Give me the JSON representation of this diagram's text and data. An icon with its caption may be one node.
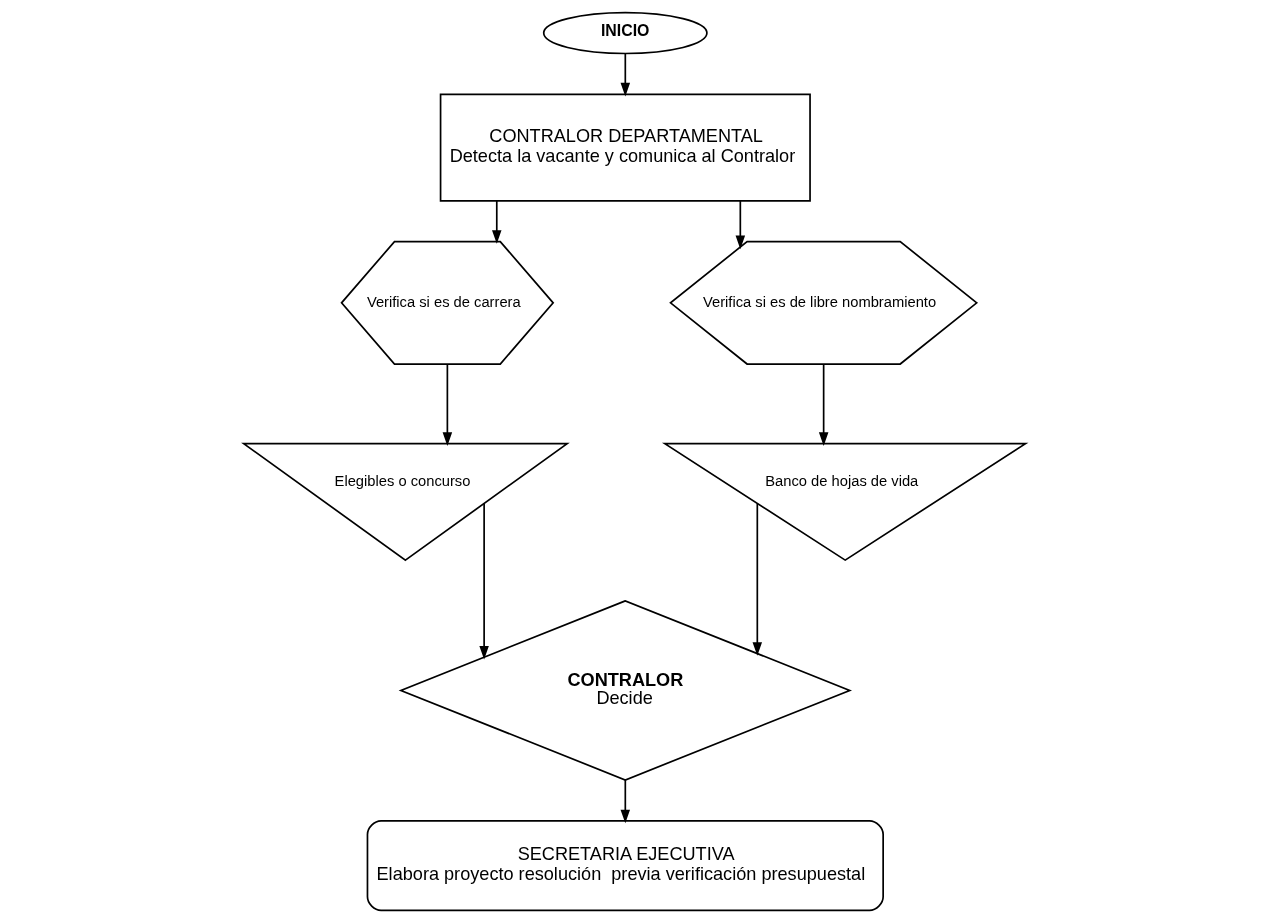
{
  "diagram": {
    "nodes": [
      {
        "text": [
          "INICIO"
        ]
      },
      {
        "text": [
          "CONTRALOR DEPARTAMENTAL",
          "Detecta la vacante y comunica al Contralor"
        ]
      },
      {
        "text": [
          "Verifica si es de carrera"
        ]
      },
      {
        "text": [
          "Verifica si es de libre nombramiento"
        ]
      },
      {
        "text": [
          "Elegibles o concurso"
        ]
      },
      {
        "text": [
          "Banco de hojas de vida"
        ]
      },
      {
        "text": [
          "CONTRALOR",
          "Decide"
        ]
      },
      {
        "text": [
          "SECRETARIA EJECUTIVA",
          "Elabora proyecto resolución  previa verificación presupuestal"
        ]
      }
    ],
    "edges": [
      {
        "from": 0,
        "to": 1,
        "arrow": "to"
      },
      {
        "from": 1,
        "to": 2,
        "arrow": "to"
      },
      {
        "from": 1,
        "to": 3,
        "arrow": "to"
      },
      {
        "from": 2,
        "to": 4,
        "arrow": "to"
      },
      {
        "from": 3,
        "to": 5,
        "arrow": "to"
      },
      {
        "from": 4,
        "to": 6,
        "arrow": "to"
      },
      {
        "from": 5,
        "to": 6,
        "arrow": "to"
      },
      {
        "from": 6,
        "to": 7,
        "arrow": "to"
      }
    ]
  }
}
